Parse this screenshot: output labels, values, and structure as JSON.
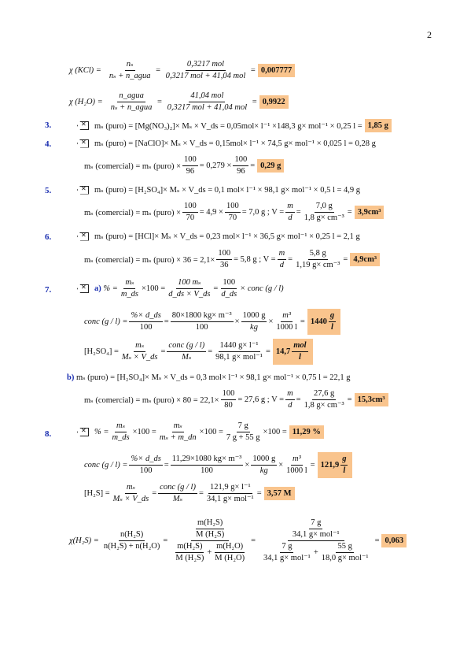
{
  "page_number": "2",
  "num": {
    "n3": "3.",
    "n4": "4.",
    "n5": "5.",
    "n6": "6.",
    "n7": "7.",
    "n8": "8."
  },
  "sub": {
    "a": "a)",
    "b": "b)"
  },
  "results": {
    "r1": "0,007777",
    "r2": "0,9922",
    "r3": "1,85 g",
    "r4": "0,29 g",
    "r5": "3,9cm³",
    "r6": "4,9cm³",
    "r7": "1440",
    "r7u": "g",
    "r7d": "l",
    "r8": "14,7",
    "r8u": "mol",
    "r8d": "l",
    "r9": "15,3cm³",
    "r10": "11,29 %",
    "r11": "121,9",
    "r11u": "g",
    "r11d": "l",
    "r12": "3,57 M",
    "r13": "0,063"
  },
  "eq": {
    "e1_lhs": "χ (KCl)  =",
    "e1_n1": "nₛ",
    "e1_d1": "nₛ + n_agua",
    "e1_n2": "0,3217 mol",
    "e1_d2": "0,3217 mol + 41,04 mol",
    "e2_lhs": "χ (H₂O)  =",
    "e2_n1": "n_agua",
    "e2_d1": "nₛ + n_agua",
    "e2_n2": "41,04 mol",
    "e2_d2": "0,3217 mol + 41,04 mol",
    "e3": "mₛ (puro) = [Mg(NO₃)₂]× Mₛ × V_ds = 0,05mol× l⁻¹ ×148,3 g× mol⁻¹ × 0,25 l =",
    "e4": "mₛ (puro) = [NaClO]× Mₛ × V_ds = 0,15mol× l⁻¹ × 74,5 g× mol⁻¹ × 0,025 l = 0,28 g",
    "e4b_a": "mₛ (comercial) = mₛ (puro) ×",
    "e4b_n1": "100",
    "e4b_d1": "96",
    "e4b_m": "= 0,279 ×",
    "e4b_n2": "100",
    "e4b_d2": "96",
    "e4b_e": "=",
    "e5": "mₛ (puro) = [H₂SO₄]× Mₛ × V_ds = 0,1 mol× l⁻¹ × 98,1 g× mol⁻¹ × 0,5 l = 4,9 g",
    "e5b_a": "mₛ (comercial) = mₛ (puro) ×",
    "e5b_n1": "100",
    "e5b_d1": "70",
    "e5b_m": "= 4,9 ×",
    "e5b_n2": "100",
    "e5b_d2": "70",
    "e5b_e": "= 7,0 g ;   V =",
    "e5b_n3": "m",
    "e5b_d3": "d",
    "e5b_f": "=",
    "e5b_n4": "7,0 g",
    "e5b_d4": "1,8 g× cm⁻³",
    "e5b_g": "=",
    "e6": "mₛ (puro) = [HCl]× Mₛ × V_ds = 0,23 mol× l⁻¹ × 36,5 g× mol⁻¹ × 0,25 l = 2,1 g",
    "e6b_a": "mₛ (comercial) = mₛ (puro) × 36 = 2,1×",
    "e6b_n1": "100",
    "e6b_d1": "36",
    "e6b_m": "= 5,8 g ;   V =",
    "e6b_n2": "m",
    "e6b_d2": "d",
    "e6b_f": "=",
    "e6b_n3": "5,8 g",
    "e6b_d3": "1,19 g× cm⁻³",
    "e6b_g": "=",
    "e7a_a": "% =",
    "e7a_n1": "mₛ",
    "e7a_d1": "m_ds",
    "e7a_m1": "×100 =",
    "e7a_n2": "100 mₛ",
    "e7a_d2": "d_ds × V_ds",
    "e7a_m2": "=",
    "e7a_n3": "100",
    "e7a_d3": "d_ds",
    "e7a_e": "× conc (g / l)",
    "e7b_a": "conc (g / l) =",
    "e7b_n1": "%× d_ds",
    "e7b_d1": "100",
    "e7b_m1": "=",
    "e7b_n2": "80×1800 kg× m⁻³",
    "e7b_d2": "100",
    "e7b_m2": "×",
    "e7b_n3": "1000 g",
    "e7b_d3": "kg",
    "e7b_m3": "×",
    "e7b_n4": "m³",
    "e7b_d4": "1000 l",
    "e7b_e": "=",
    "e7c_a": "[H₂SO₄] =",
    "e7c_n1": "mₛ",
    "e7c_d1": "Mₛ × V_ds",
    "e7c_m1": "=",
    "e7c_n2": "conc (g / l)",
    "e7c_d2": "Mₛ",
    "e7c_m2": "=",
    "e7c_n3": "1440  g× l⁻¹",
    "e7c_d3": "98,1 g× mol⁻¹",
    "e7c_e": "=",
    "e7d": "mₛ (puro) = [H₂SO₄]× Mₛ × V_ds = 0,3 mol× l⁻¹ × 98,1 g× mol⁻¹ × 0,75 l = 22,1 g",
    "e7e_a": "mₛ (comercial) = mₛ (puro) × 80 = 22,1×",
    "e7e_n1": "100",
    "e7e_d1": "80",
    "e7e_m": "= 27,6 g ;   V =",
    "e7e_n2": "m",
    "e7e_d2": "d",
    "e7e_f": "=",
    "e7e_n3": "27,6 g",
    "e7e_d3": "1,8 g× cm⁻³",
    "e7e_g": "=",
    "e8a_a": "% =",
    "e8a_n1": "mₛ",
    "e8a_d1": "m_ds",
    "e8a_m1": "×100 =",
    "e8a_n2": "mₛ",
    "e8a_d2": "mₛ + m_dn",
    "e8a_m2": "×100 =",
    "e8a_n3": "7 g",
    "e8a_d3": "7 g + 55 g",
    "e8a_e": "×100 =",
    "e8b_a": "conc (g / l) =",
    "e8b_n1": "%× d_ds",
    "e8b_d1": "100",
    "e8b_m1": "=",
    "e8b_n2": "11,29×1080 kg× m⁻³",
    "e8b_d2": "100",
    "e8b_m2": "×",
    "e8b_n3": "1000 g",
    "e8b_d3": "kg",
    "e8b_m3": "×",
    "e8b_n4": "m³",
    "e8b_d4": "1000 l",
    "e8b_e": "=",
    "e8c_a": "[H₂S] =",
    "e8c_n1": "mₛ",
    "e8c_d1": "Mₛ × V_ds",
    "e8c_m1": "=",
    "e8c_n2": "conc (g / l)",
    "e8c_d2": "Mₛ",
    "e8c_m2": "=",
    "e8c_n3": "121,9 g× l⁻¹",
    "e8c_d3": "34,1 g× mol⁻¹",
    "e8c_e": "=",
    "e8d_a": "χ(H₂S) =",
    "e8d_n1": "n(H₂S)",
    "e8d_d1": "n(H₂S) + n(H₂O)",
    "e8d_m1": "=",
    "e8d_t1": "m(H₂S)",
    "e8d_t2": "M (H₂S)",
    "e8d_b1": "m(H₂S)",
    "e8d_b2": "M (H₂S)",
    "e8d_plus": "+",
    "e8d_b3": "m(H₂O)",
    "e8d_b4": "M (H₂O)",
    "e8d_m2": "=",
    "e8d_r1": "7 g",
    "e8d_r2": "34,1 g× mol⁻¹",
    "e8d_r3": "7 g",
    "e8d_r4": "34,1 g× mol⁻¹",
    "e8d_r5": "55 g",
    "e8d_r6": "18,0 g× mol⁻¹",
    "e8d_e": "="
  }
}
